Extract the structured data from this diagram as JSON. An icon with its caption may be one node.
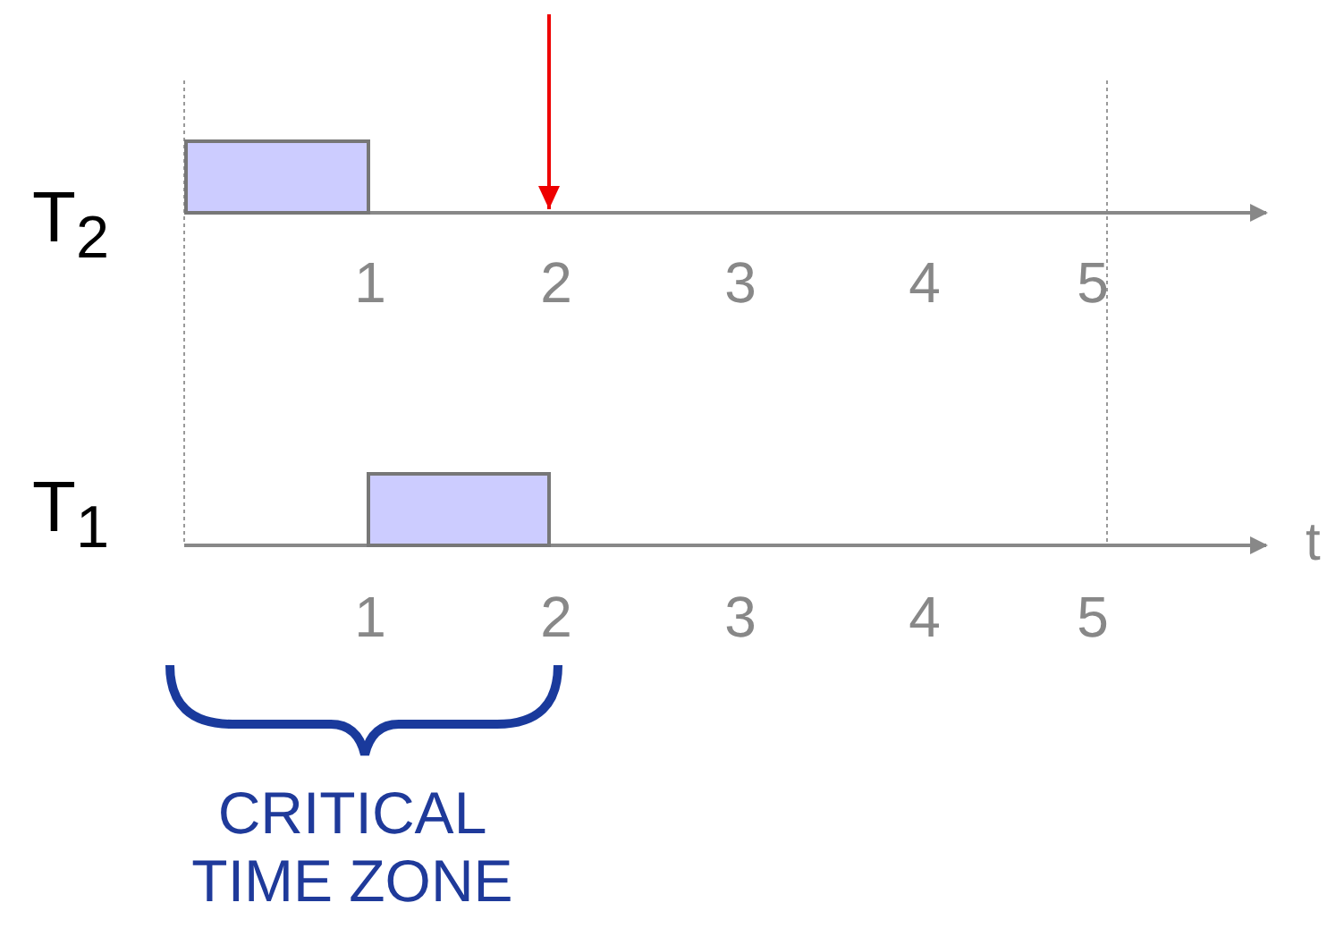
{
  "diagram": {
    "nodes": [
      {
        "text": [],
        "shape": "bar"
      },
      {
        "text": [],
        "shape": "bar"
      }
    ],
    "edges": [],
    "labels": [
      "T$_{2}$",
      "1",
      "2",
      "3",
      "4",
      "5",
      "T$_{1}$",
      "t",
      "1",
      "2",
      "3",
      "4",
      "5",
      "CRITICAL TIME ZONE"
    ]
  }
}
